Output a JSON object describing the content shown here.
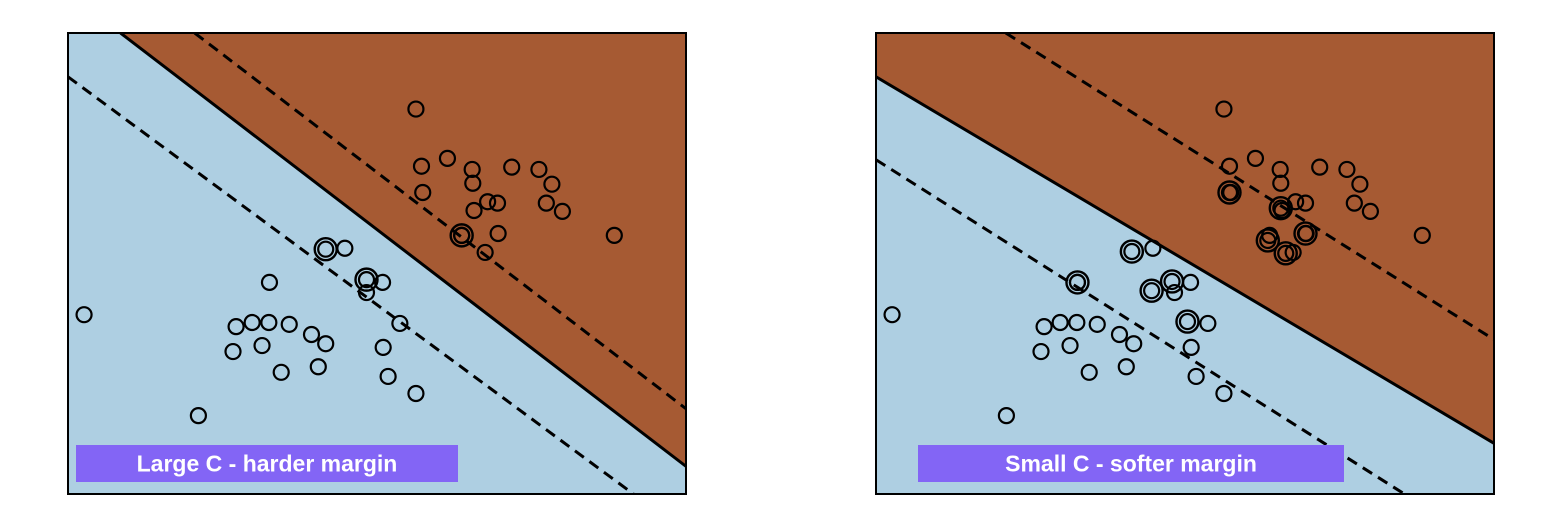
{
  "colors": {
    "class_a_region": "#aecfe2",
    "class_b_region": "#a65a33",
    "caption_background": "#8365f5",
    "caption_text": "#ffffff",
    "stroke": "#000000"
  },
  "chart_data": [
    {
      "type": "scatter",
      "caption": "Large C - harder margin",
      "grid": false,
      "xlim": [
        0,
        1
      ],
      "ylim": [
        0,
        1
      ],
      "decision_boundary": {
        "p1": [
          0.085,
          1.0
        ],
        "p2": [
          1.0,
          0.06
        ]
      },
      "margin_upper": {
        "p1": [
          0.205,
          1.0
        ],
        "p2": [
          1.0,
          0.185
        ]
      },
      "margin_lower": {
        "p1": [
          0.0,
          0.905
        ],
        "p2": [
          0.915,
          0.0
        ]
      },
      "points": [
        {
          "x": 0.563,
          "y": 0.835
        },
        {
          "x": 0.572,
          "y": 0.711
        },
        {
          "x": 0.614,
          "y": 0.728
        },
        {
          "x": 0.654,
          "y": 0.704
        },
        {
          "x": 0.655,
          "y": 0.674
        },
        {
          "x": 0.718,
          "y": 0.709
        },
        {
          "x": 0.762,
          "y": 0.704
        },
        {
          "x": 0.783,
          "y": 0.672
        },
        {
          "x": 0.574,
          "y": 0.654
        },
        {
          "x": 0.657,
          "y": 0.615
        },
        {
          "x": 0.679,
          "y": 0.634
        },
        {
          "x": 0.695,
          "y": 0.631
        },
        {
          "x": 0.774,
          "y": 0.631
        },
        {
          "x": 0.8,
          "y": 0.613
        },
        {
          "x": 0.884,
          "y": 0.561
        },
        {
          "x": 0.696,
          "y": 0.565
        },
        {
          "x": 0.637,
          "y": 0.561
        },
        {
          "x": 0.675,
          "y": 0.524
        },
        {
          "x": 0.026,
          "y": 0.389
        },
        {
          "x": 0.326,
          "y": 0.459
        },
        {
          "x": 0.448,
          "y": 0.533
        },
        {
          "x": 0.483,
          "y": 0.437
        },
        {
          "x": 0.509,
          "y": 0.459
        },
        {
          "x": 0.537,
          "y": 0.37
        },
        {
          "x": 0.272,
          "y": 0.363
        },
        {
          "x": 0.298,
          "y": 0.372
        },
        {
          "x": 0.325,
          "y": 0.372
        },
        {
          "x": 0.358,
          "y": 0.368
        },
        {
          "x": 0.394,
          "y": 0.346
        },
        {
          "x": 0.417,
          "y": 0.326
        },
        {
          "x": 0.267,
          "y": 0.309
        },
        {
          "x": 0.314,
          "y": 0.322
        },
        {
          "x": 0.345,
          "y": 0.264
        },
        {
          "x": 0.405,
          "y": 0.276
        },
        {
          "x": 0.51,
          "y": 0.318
        },
        {
          "x": 0.518,
          "y": 0.255
        },
        {
          "x": 0.563,
          "y": 0.218
        },
        {
          "x": 0.211,
          "y": 0.17
        }
      ],
      "support_vectors": [
        {
          "x": 0.637,
          "y": 0.561
        },
        {
          "x": 0.417,
          "y": 0.531
        },
        {
          "x": 0.483,
          "y": 0.465
        }
      ]
    },
    {
      "type": "scatter",
      "caption": "Small C - softer margin",
      "grid": false,
      "xlim": [
        0,
        1
      ],
      "ylim": [
        0,
        1
      ],
      "decision_boundary": {
        "p1": [
          0.0,
          0.905
        ],
        "p2": [
          1.0,
          0.11
        ]
      },
      "margin_upper": {
        "p1": [
          0.21,
          1.0
        ],
        "p2": [
          1.0,
          0.335
        ]
      },
      "margin_lower": {
        "p1": [
          0.0,
          0.725
        ],
        "p2": [
          0.855,
          0.0
        ]
      },
      "points": [
        {
          "x": 0.563,
          "y": 0.835
        },
        {
          "x": 0.572,
          "y": 0.711
        },
        {
          "x": 0.614,
          "y": 0.728
        },
        {
          "x": 0.654,
          "y": 0.704
        },
        {
          "x": 0.655,
          "y": 0.674
        },
        {
          "x": 0.718,
          "y": 0.709
        },
        {
          "x": 0.762,
          "y": 0.704
        },
        {
          "x": 0.783,
          "y": 0.672
        },
        {
          "x": 0.574,
          "y": 0.654
        },
        {
          "x": 0.657,
          "y": 0.615
        },
        {
          "x": 0.679,
          "y": 0.634
        },
        {
          "x": 0.695,
          "y": 0.631
        },
        {
          "x": 0.774,
          "y": 0.631
        },
        {
          "x": 0.8,
          "y": 0.613
        },
        {
          "x": 0.884,
          "y": 0.561
        },
        {
          "x": 0.696,
          "y": 0.565
        },
        {
          "x": 0.637,
          "y": 0.561
        },
        {
          "x": 0.675,
          "y": 0.524
        },
        {
          "x": 0.026,
          "y": 0.389
        },
        {
          "x": 0.326,
          "y": 0.459
        },
        {
          "x": 0.448,
          "y": 0.533
        },
        {
          "x": 0.483,
          "y": 0.437
        },
        {
          "x": 0.509,
          "y": 0.459
        },
        {
          "x": 0.537,
          "y": 0.37
        },
        {
          "x": 0.272,
          "y": 0.363
        },
        {
          "x": 0.298,
          "y": 0.372
        },
        {
          "x": 0.325,
          "y": 0.372
        },
        {
          "x": 0.358,
          "y": 0.368
        },
        {
          "x": 0.394,
          "y": 0.346
        },
        {
          "x": 0.417,
          "y": 0.326
        },
        {
          "x": 0.267,
          "y": 0.309
        },
        {
          "x": 0.314,
          "y": 0.322
        },
        {
          "x": 0.345,
          "y": 0.264
        },
        {
          "x": 0.405,
          "y": 0.276
        },
        {
          "x": 0.51,
          "y": 0.318
        },
        {
          "x": 0.518,
          "y": 0.255
        },
        {
          "x": 0.563,
          "y": 0.218
        },
        {
          "x": 0.211,
          "y": 0.17
        }
      ],
      "support_vectors": [
        {
          "x": 0.572,
          "y": 0.654
        },
        {
          "x": 0.655,
          "y": 0.62
        },
        {
          "x": 0.695,
          "y": 0.565
        },
        {
          "x": 0.634,
          "y": 0.55
        },
        {
          "x": 0.663,
          "y": 0.522
        },
        {
          "x": 0.414,
          "y": 0.526
        },
        {
          "x": 0.326,
          "y": 0.459
        },
        {
          "x": 0.479,
          "y": 0.461
        },
        {
          "x": 0.446,
          "y": 0.441
        },
        {
          "x": 0.504,
          "y": 0.374
        }
      ]
    }
  ]
}
